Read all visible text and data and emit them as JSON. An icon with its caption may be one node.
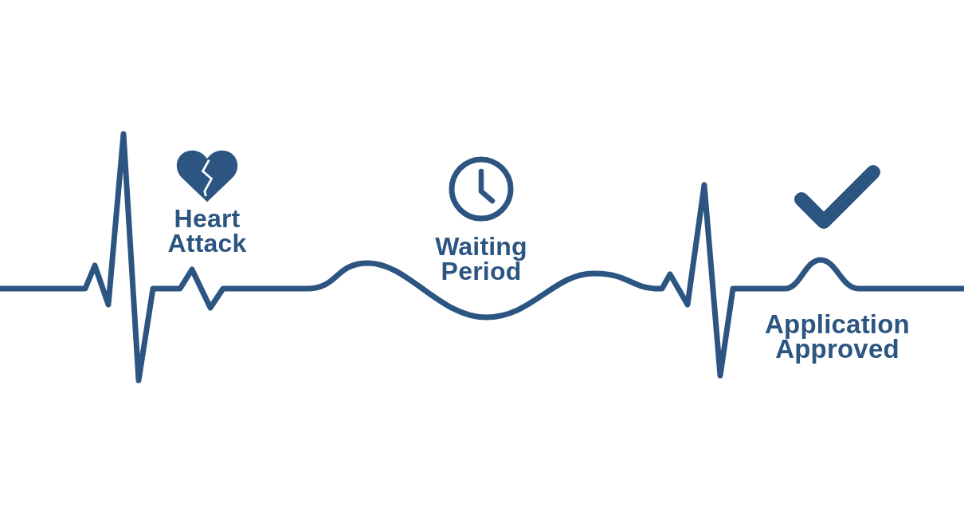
{
  "diagram": {
    "labels": [
      "Heart Attack",
      "Waiting Period",
      "Application Approved"
    ]
  }
}
